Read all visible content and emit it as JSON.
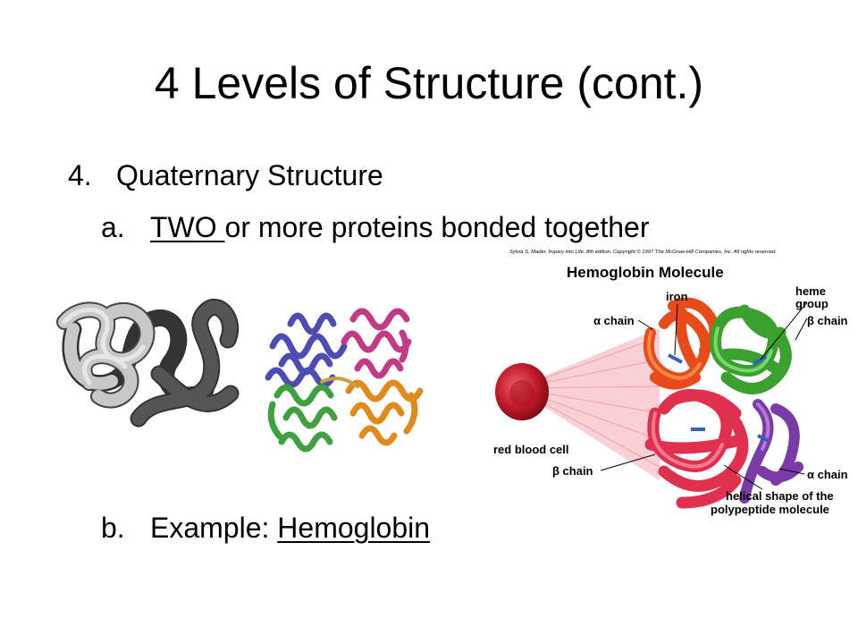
{
  "slide": {
    "title": "4 Levels of Structure (cont.)",
    "item4": {
      "number": "4.",
      "text": "Quaternary Structure"
    },
    "item_a": {
      "letter": "a.",
      "underlined": "TWO ",
      "rest": "or more proteins bonded together"
    },
    "item_b": {
      "letter": "b.",
      "prefix": "Example: ",
      "underlined": "Hemoglobin"
    }
  },
  "figure": {
    "credit": "Sylvia S. Mader, Inquiry into Life, 8th edition. Copyright © 1997 The McGraw-Hill Companies, Inc. All rights reserved.",
    "heading": "Hemoglobin Molecule",
    "labels": {
      "iron": "iron",
      "heme_1": "heme",
      "heme_2": "group",
      "alpha_chain_top": "α chain",
      "beta_chain_right": "β chain",
      "red_blood_cell": "red blood cell",
      "beta_chain_bottom": "β chain",
      "alpha_chain_bottom": "α chain",
      "helical_1": "helical shape of the",
      "helical_2": "polypeptide molecule"
    },
    "colors": {
      "alpha_top": "#e84a1a",
      "beta_right": "#3aa02e",
      "beta_bottom": "#e0304e",
      "alpha_bottom": "#7a3aa8",
      "blood_cell": "#b81420"
    }
  }
}
